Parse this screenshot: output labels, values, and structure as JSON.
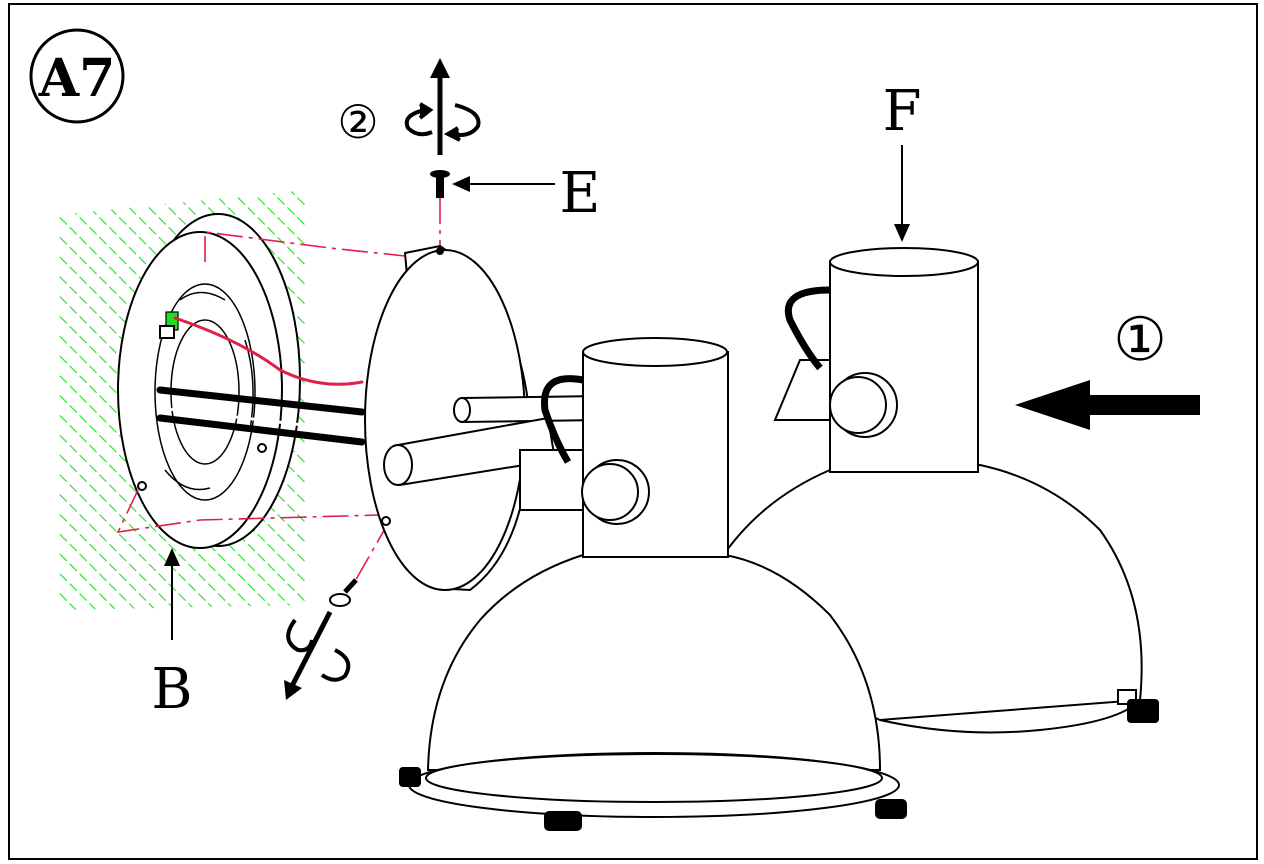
{
  "step_badge": "A7",
  "part_labels": {
    "wall_plate": "B",
    "screw": "E",
    "lamp_tube": "F"
  },
  "sequence_markers": {
    "first": "①",
    "second": "②"
  },
  "colors": {
    "ink": "#000000",
    "guide_line": "#e0204a",
    "wall_hatch": "#22dd22",
    "live_wire": "#e0204a",
    "terminal": "#22dd22"
  },
  "icons": [
    "rotate-loosen-icon",
    "rotate-tighten-icon",
    "push-arrow-icon",
    "pull-arrow-icon"
  ]
}
